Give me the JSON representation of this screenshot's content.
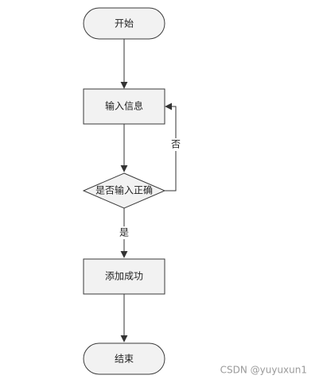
{
  "diagram": {
    "nodes": {
      "start": {
        "label": "开始",
        "shape": "terminator"
      },
      "input": {
        "label": "输入信息",
        "shape": "process"
      },
      "check": {
        "label": "是否输入正确",
        "shape": "decision"
      },
      "success": {
        "label": "添加成功",
        "shape": "process"
      },
      "end": {
        "label": "结束",
        "shape": "terminator"
      }
    },
    "edges": {
      "no_label": "否",
      "yes_label": "是"
    }
  },
  "watermark": "CSDN @yuyuxun1",
  "colors": {
    "node_fill": "#f2f2f2",
    "node_stroke": "#3a3a3a",
    "edge": "#333333",
    "text": "#222222",
    "watermark": "#9a9a9a"
  }
}
